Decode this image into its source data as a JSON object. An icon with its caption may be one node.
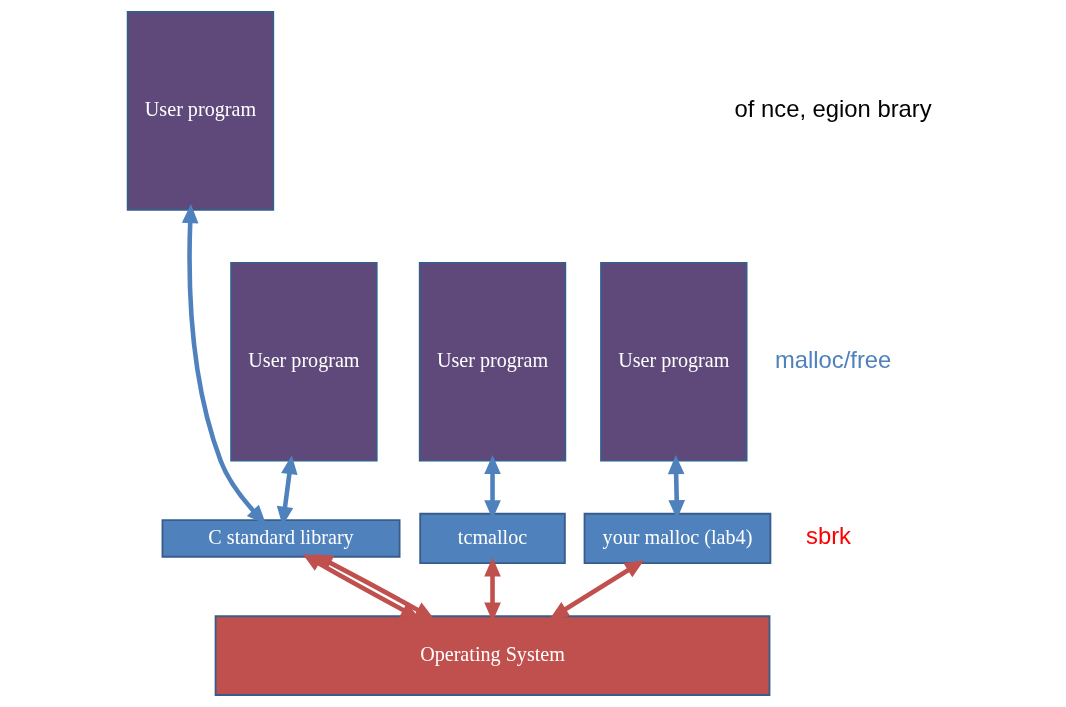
{
  "diagram": {
    "nodes": [
      {
        "text": [
          "User program"
        ]
      },
      {
        "text": [
          "User program"
        ]
      },
      {
        "text": [
          "User program"
        ]
      },
      {
        "text": [
          "User program"
        ]
      },
      {
        "text": [
          "C standard library"
        ]
      },
      {
        "text": [
          "tcmalloc"
        ]
      },
      {
        "text": [
          "your malloc (lab4)"
        ]
      },
      {
        "text": [
          "Operating System"
        ]
      }
    ],
    "edges": [
      {
        "from": 0,
        "to": 4,
        "arrow": "both",
        "color": "#4f81bd"
      },
      {
        "from": 1,
        "to": 4,
        "arrow": "both",
        "color": "#4f81bd"
      },
      {
        "from": 2,
        "to": 5,
        "arrow": "both",
        "color": "#4f81bd"
      },
      {
        "from": 3,
        "to": 6,
        "arrow": "both",
        "color": "#4f81bd"
      },
      {
        "from": 4,
        "to": 7,
        "arrow": "both",
        "color": "#c0504d"
      },
      {
        "from": 4,
        "to": 7,
        "arrow": "both",
        "color": "#c0504d"
      },
      {
        "from": 5,
        "to": 7,
        "arrow": "both",
        "color": "#c0504d"
      },
      {
        "from": 6,
        "to": 7,
        "arrow": "both",
        "color": "#c0504d"
      }
    ],
    "labels": [
      "of nce, egion brary",
      "malloc/free",
      "sbrk"
    ]
  }
}
